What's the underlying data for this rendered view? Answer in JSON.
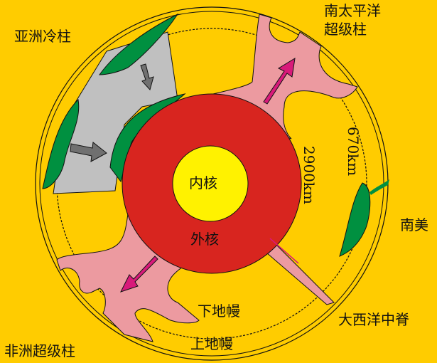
{
  "labels": {
    "asia_cold_plume": "亚洲冷柱",
    "south_pacific_superplume_1": "南太平洋",
    "south_pacific_superplume_2": "超级柱",
    "inner_core": "内核",
    "outer_core": "外核",
    "depth_2900": "2900km",
    "depth_670": "670km",
    "south_america": "南美",
    "lower_mantle": "下地幔",
    "upper_mantle": "上地幔",
    "mid_atlantic_ridge": "大西洋中脊",
    "african_superplume": "非洲超级柱"
  },
  "colors": {
    "background": "#FFCC00",
    "outer_core": "#D8251F",
    "inner_core": "#FFF200",
    "plume": "#EC9AA0",
    "cold_region": "#C0C0C0",
    "slab": "#009040",
    "arrow_hot": "#D81A7A",
    "arrow_cold": "#707070"
  }
}
